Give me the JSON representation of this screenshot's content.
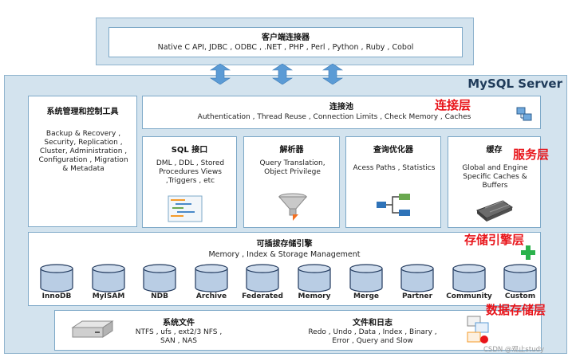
{
  "client": {
    "title": "客户端连接器",
    "apis": "Native C API, JDBC , ODBC , .NET , PHP , Perl , Python , Ruby , Cobol"
  },
  "server": {
    "title": "MySQL Server"
  },
  "layers": {
    "connection": "连接层",
    "service": "服务层",
    "engine": "存储引擎层",
    "storage": "数据存储层"
  },
  "management": {
    "title": "系统管理和控制工具",
    "items": "Backup & Recovery , Security, Replication , Cluster, Administration , Configuration , Migration & Metadata"
  },
  "pool": {
    "title": "连接池",
    "items": "Authentication , Thread Reuse , Connection Limits , Check Memory  , Caches"
  },
  "services": [
    {
      "title": "SQL 接口",
      "desc": "DML  , DDL , Stored Procedures Views ,Triggers , etc",
      "icon": "sql-interface-icon"
    },
    {
      "title": "解析器",
      "desc": "Query Translation, Object Privilege",
      "icon": "funnel-icon"
    },
    {
      "title": "查询优化器",
      "desc": "Acess Paths , Statistics",
      "icon": "flow-icon"
    },
    {
      "title": "缓存",
      "desc": "Global and Engine Specific Caches & Buffers",
      "icon": "memory-chip-icon"
    }
  ],
  "engines": {
    "title": "可插拔存储引擎",
    "subtitle": "Memory , Index & Storage Management",
    "list": [
      "InnoDB",
      "MyISAM",
      "NDB",
      "Archive",
      "Federated",
      "Memory",
      "Merge",
      "Partner",
      "Community",
      "Custom"
    ]
  },
  "files": {
    "system_title": "系统文件",
    "system_desc": "NTFS , ufs , ext2/3 NFS , SAN , NAS",
    "log_title": "文件和日志",
    "log_desc": "Redo , Undo , Data , Index , Binary , Error , Query and Slow"
  },
  "watermark": "CSDN @观止study",
  "colors": {
    "panel": "#d3e3ee",
    "border": "#7ea9c8",
    "red_label": "#e8141a",
    "arrow": "#5b9bd5",
    "cylinder": "#b9cde4"
  }
}
